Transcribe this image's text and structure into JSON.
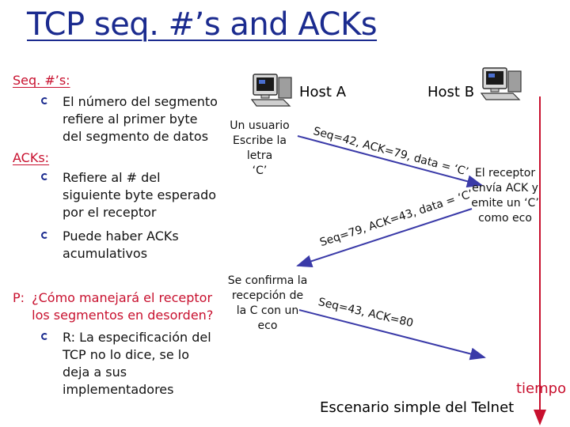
{
  "title": "TCP seq. #’s and ACKs",
  "left_panel": {
    "seq_heading": "Seq. #’s:",
    "seq_bullets": [
      "El número del segmento\nrefiere al primer byte\ndel segmento de datos"
    ],
    "ack_heading": "ACKs:",
    "ack_bullets": [
      "Refiere al # del\nsiguiente byte esperado\npor el receptor",
      "Puede haber ACKs\nacumulativos"
    ],
    "question_prefix": "P:",
    "question_text": "¿Cómo manejará el receptor\nlos segmentos en desorden?",
    "answer": "R: La especificación del\nTCP no lo dice, se lo\ndeja a sus\nimplementadores"
  },
  "diagram": {
    "host_a": "Host A",
    "host_b": "Host B",
    "host_a_note": "Un usuario\nEscribe la\nletra\n‘C’",
    "host_b_note": "El receptor\nenvía ACK y\nemite un ‘C’\ncomo eco",
    "host_a_confirm": "Se confirma la\nrecepción de\nla C con un eco",
    "messages": [
      "Seq=42, ACK=79, data = ‘C’",
      "Seq=79, ACK=43, data = ‘C’",
      "Seq=43, ACK=80"
    ],
    "time_label": "tiempo",
    "caption": "Escenario simple del Telnet"
  },
  "colors": {
    "title": "#1b2b8f",
    "accent_red": "#c8102e",
    "arrow_blue": "#3a3aa8",
    "bullet_blue": "#1b2b8f"
  }
}
